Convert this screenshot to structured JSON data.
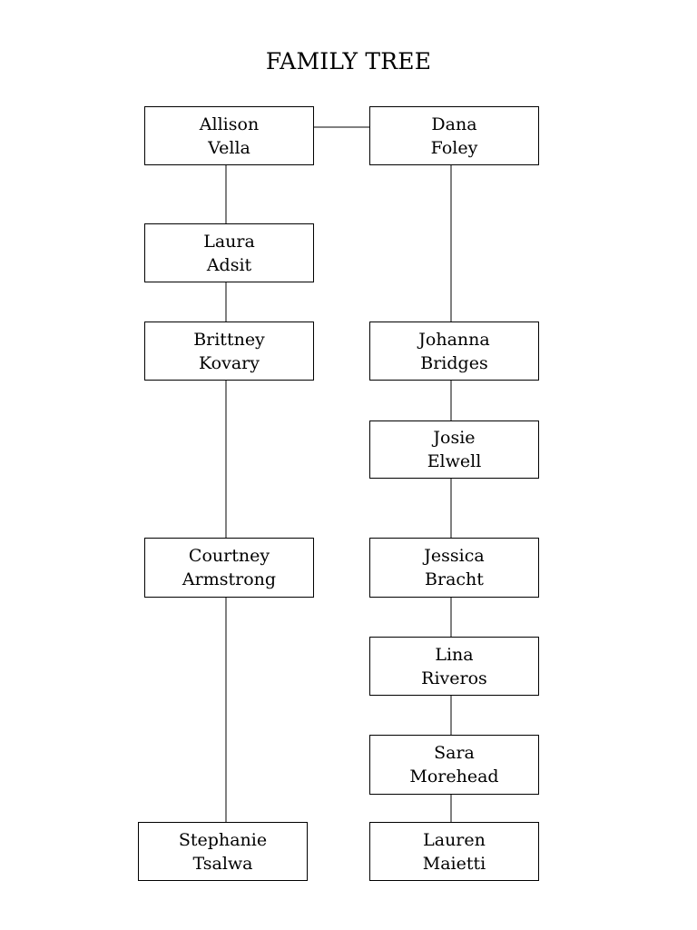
{
  "title": "FAMILY TREE",
  "people": {
    "allison": {
      "first": "Allison",
      "last": "Vella"
    },
    "dana": {
      "first": "Dana",
      "last": "Foley"
    },
    "laura": {
      "first": "Laura",
      "last": "Adsit"
    },
    "brittney": {
      "first": "Brittney",
      "last": "Kovary"
    },
    "johanna": {
      "first": "Johanna",
      "last": "Bridges"
    },
    "josie": {
      "first": "Josie",
      "last": "Elwell"
    },
    "courtney": {
      "first": "Courtney",
      "last": "Armstrong"
    },
    "jessica": {
      "first": "Jessica",
      "last": "Bracht"
    },
    "lina": {
      "first": "Lina",
      "last": "Riveros"
    },
    "sara": {
      "first": "Sara",
      "last": "Morehead"
    },
    "stephanie": {
      "first": "Stephanie",
      "last": "Tsalwa"
    },
    "lauren": {
      "first": "Lauren",
      "last": "Maietti"
    }
  },
  "connections": [
    [
      "allison",
      "dana"
    ],
    [
      "allison",
      "laura"
    ],
    [
      "laura",
      "brittney"
    ],
    [
      "brittney",
      "courtney"
    ],
    [
      "courtney",
      "stephanie"
    ],
    [
      "dana",
      "johanna"
    ],
    [
      "johanna",
      "josie"
    ],
    [
      "josie",
      "jessica"
    ],
    [
      "jessica",
      "lina"
    ],
    [
      "lina",
      "sara"
    ],
    [
      "sara",
      "lauren"
    ]
  ],
  "colors": {
    "line": "#000000",
    "box_border": "#000000",
    "background": "#ffffff"
  }
}
